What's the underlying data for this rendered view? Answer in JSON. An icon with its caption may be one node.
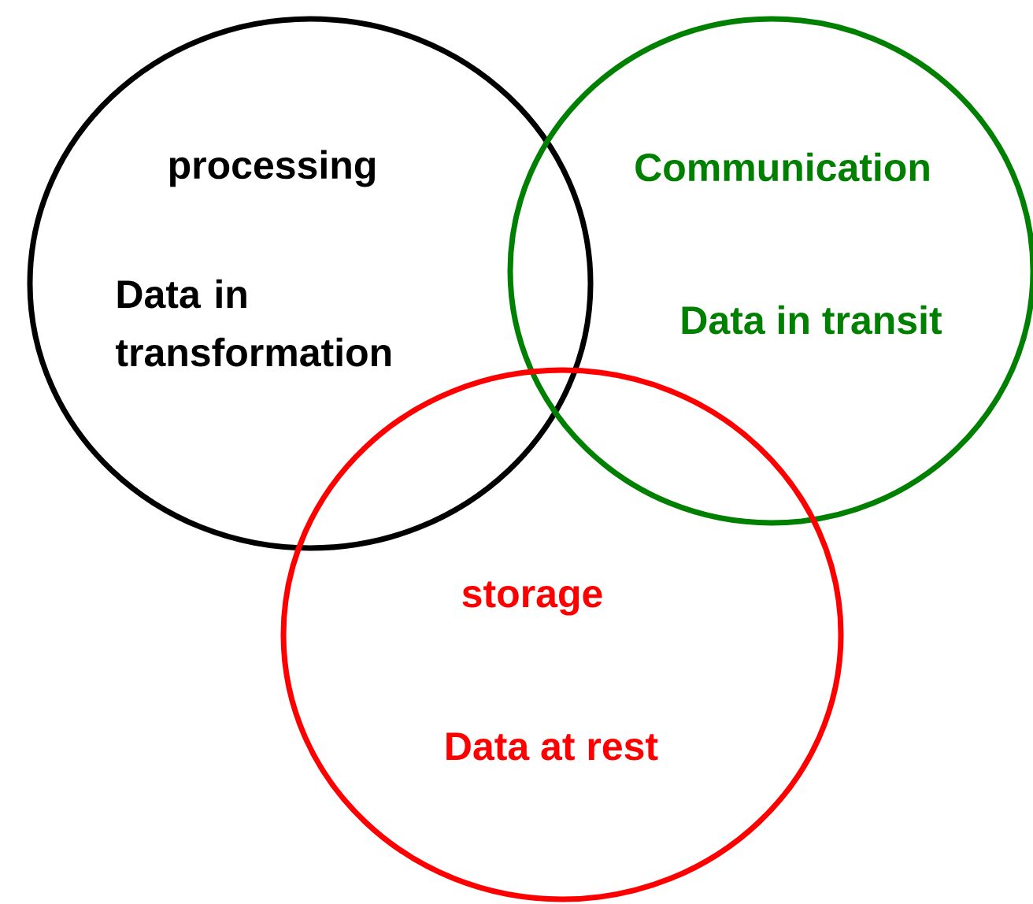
{
  "diagram": {
    "nodes": [
      {
        "text": [
          "processing",
          "Data in transformation"
        ]
      },
      {
        "text": [
          "Communication",
          "Data in transit"
        ]
      },
      {
        "text": [
          "storage",
          "Data at rest"
        ]
      }
    ]
  }
}
